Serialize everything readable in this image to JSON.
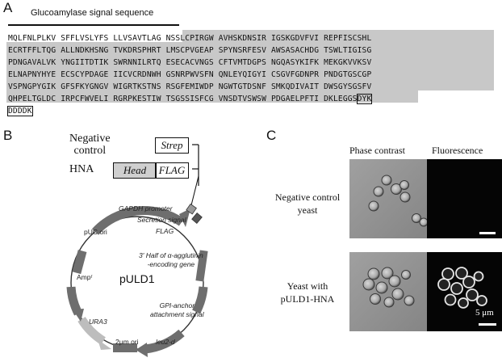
{
  "panelA": {
    "letter": "A",
    "signal_label": "Glucoamylase signal sequence",
    "lines": [
      [
        "MQLFNLPLKV",
        "SFFLVSLYFS",
        "LLVSAVTLAG",
        "NSSLCPIRGW",
        "AVHSKDNSIR",
        "IGSKGDVFVI",
        "REPFISCSHL"
      ],
      [
        "ECRTFFLTQG",
        "ALLNDKHSNG",
        "TVKDRSPHRT",
        "LMSCPVGEAP",
        "SPYNSRFESV",
        "AWSASACHDG",
        "TSWLTIGISG"
      ],
      [
        "PDNGAVALVK",
        "YNGIITDTIK",
        "SWRNNILRTQ",
        "ESECACVNGS",
        "CFTVMTDGPS",
        "NGQASYKIFK",
        "MEKGKVVKSV"
      ],
      [
        "ELNAPNYHYE",
        "ECSCYPDAGE",
        "IICVCRDNWH",
        "GSNRPWVSFN",
        "QNLEYQIGYI",
        "CSGVFGDNPR",
        "PNDGTGSCGP"
      ],
      [
        "VSPNGPYGIK",
        "GFSFKYGNGV",
        "WIGRTKSTNS",
        "RSGFEMIWDP",
        "NGWTGTDSNF",
        "SMKQDIVAIT",
        "DWSGYSGSFV"
      ],
      [
        "QHPELTGLDC",
        "IRPCFWVELI",
        "RGRPKESTIW",
        "TSGSSISFCG",
        "VNSDTVSWSW",
        "PDGAELPFTI",
        "DKLEGGS"
      ]
    ],
    "tag_end": "DYK",
    "tag_next": "DDDDK"
  },
  "panelB": {
    "letter": "B",
    "negative_control": "Negative\ncontrol",
    "negative_control_l1": "Negative",
    "negative_control_l2": "control",
    "strep": "Strep",
    "hna": "HNA",
    "head": "Head",
    "flag_box": "FLAG",
    "plasmid": "pULD1",
    "features": {
      "gapdh": "GAPDH promoter",
      "secretion": "Secretion signal",
      "flag": "FLAG",
      "agglutinin_l1": "3' Half of α-agglutinin",
      "agglutinin_l2": "-encoding gene",
      "gpi_l1": "GPI-anchor",
      "gpi_l2": "attachment signal",
      "leu": "leu2-d",
      "ori2": "2μm ori",
      "ura3": "URA3",
      "amp": "Ampʳ",
      "puc": "pUC ori"
    }
  },
  "panelC": {
    "letter": "C",
    "col1": "Phase contrast",
    "col2": "Fluorescence",
    "row1_l1": "Negative control",
    "row1_l2": "yeast",
    "row2_l1": "Yeast with",
    "row2_l2": "pULD1-HNA",
    "scale": "5 μm"
  },
  "colors": {
    "shade": "#c8c8c8",
    "arrow": "#6e6e6e",
    "ura": "#bdbdbd",
    "head": "#cfcfcf"
  }
}
